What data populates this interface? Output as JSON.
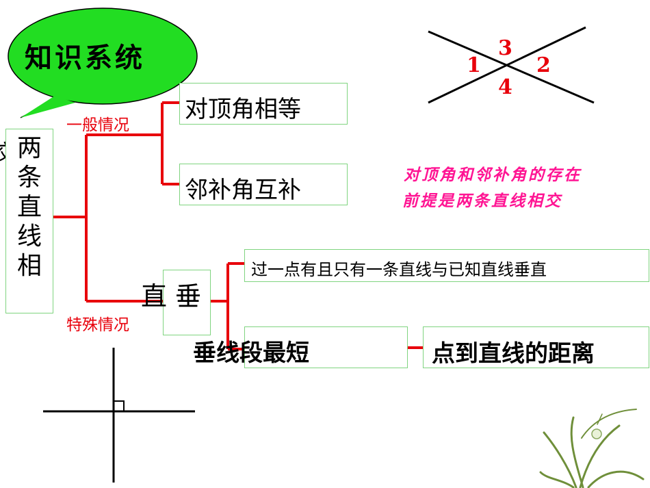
{
  "bubble": {
    "title": "知识系统"
  },
  "root": {
    "partial_char": "交",
    "chars": [
      "两",
      "条",
      "直",
      "线",
      "相"
    ]
  },
  "branches": {
    "general_label": "一般情况",
    "special_label": "特殊情况"
  },
  "general": {
    "item1": "对顶角相等",
    "item2": "邻补角互补"
  },
  "special": {
    "node_left": "直",
    "node_right": "垂",
    "item1": "过一点有且只有一条直线与已知直线垂直",
    "item2_left": "垂线段最短",
    "item2_right": "点到直线的距离"
  },
  "angle_diagram": {
    "labels": {
      "one": "1",
      "two": "2",
      "three": "3",
      "four": "4"
    }
  },
  "note": {
    "line1": "对顶角和邻补角的存在",
    "line2": "前提是两条直线相交"
  },
  "colors": {
    "connector": "#e8000b",
    "box_border": "#7fd47f",
    "bubble_fill": "#22dd22",
    "note": "#ff1493"
  }
}
